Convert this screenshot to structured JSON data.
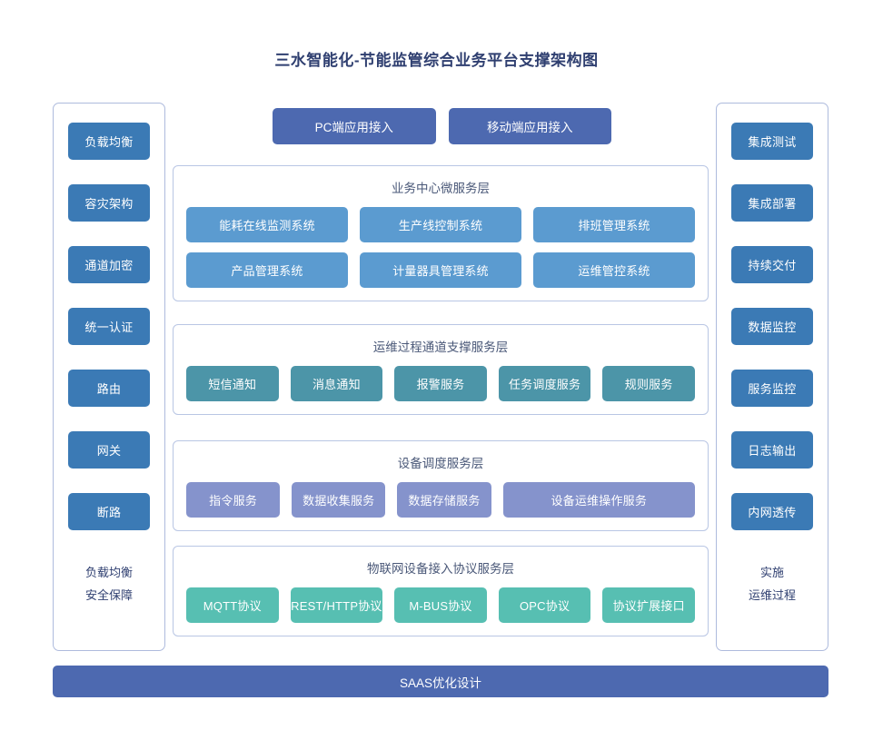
{
  "title": "三水智能化-节能监管综合业务平台支撑架构图",
  "colors": {
    "title_text": "#2f3f70",
    "side_chip": "#3b7ab5",
    "access_chip": "#4d69b0",
    "business_chip": "#5b9bd0",
    "ops_chip": "#4c95a8",
    "device_chip": "#8593cc",
    "protocol_chip": "#57bfb2",
    "panel_border": "#aebbdd",
    "bottom_bar": "#4d69b0"
  },
  "left_panel": {
    "items": [
      {
        "label": "负载均衡"
      },
      {
        "label": "容灾架构"
      },
      {
        "label": "通道加密"
      },
      {
        "label": "统一认证"
      },
      {
        "label": "路由"
      },
      {
        "label": "网关"
      },
      {
        "label": "断路"
      }
    ],
    "caption_line1": "负载均衡",
    "caption_line2": "安全保障"
  },
  "right_panel": {
    "items": [
      {
        "label": "集成测试"
      },
      {
        "label": "集成部署"
      },
      {
        "label": "持续交付"
      },
      {
        "label": "数据监控"
      },
      {
        "label": "服务监控"
      },
      {
        "label": "日志输出"
      },
      {
        "label": "内网透传"
      }
    ],
    "caption_line1": "实施",
    "caption_line2": "运维过程"
  },
  "access_row": {
    "items": [
      {
        "label": "PC端应用接入"
      },
      {
        "label": "移动端应用接入"
      }
    ]
  },
  "layers": [
    {
      "id": "business",
      "title": "业务中心微服务层",
      "rows": [
        [
          {
            "label": "能耗在线监测系统"
          },
          {
            "label": "生产线控制系统"
          },
          {
            "label": "排班管理系统"
          }
        ],
        [
          {
            "label": "产品管理系统"
          },
          {
            "label": "计量器具管理系统"
          },
          {
            "label": "运维管控系统"
          }
        ]
      ]
    },
    {
      "id": "ops",
      "title": "运维过程通道支撑服务层",
      "rows": [
        [
          {
            "label": "短信通知"
          },
          {
            "label": "消息通知"
          },
          {
            "label": "报警服务"
          },
          {
            "label": "任务调度服务"
          },
          {
            "label": "规则服务"
          }
        ]
      ]
    },
    {
      "id": "device",
      "title": "设备调度服务层",
      "rows": [
        [
          {
            "label": "指令服务"
          },
          {
            "label": "数据收集服务"
          },
          {
            "label": "数据存储服务"
          },
          {
            "label": "设备运维操作服务"
          }
        ]
      ]
    },
    {
      "id": "protocol",
      "title": "物联网设备接入协议服务层",
      "rows": [
        [
          {
            "label": "MQTT协议"
          },
          {
            "label": "REST/HTTP协议"
          },
          {
            "label": "M-BUS协议"
          },
          {
            "label": "OPC协议"
          },
          {
            "label": "协议扩展接口"
          }
        ]
      ]
    }
  ],
  "bottom_bar": {
    "label": "SAAS优化设计"
  }
}
